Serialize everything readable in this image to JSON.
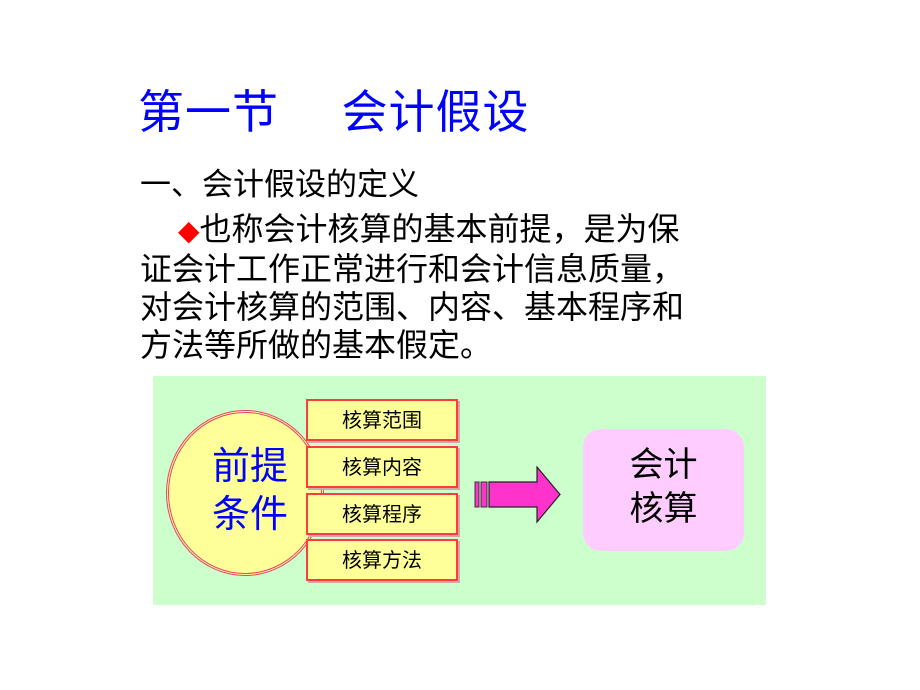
{
  "slide": {
    "title": "第一节    会计假设",
    "subheading": "一、会计假设的定义",
    "bullet_icon": "red-diamond",
    "paragraph": "也称会计核算的基本前提，是为保证会计工作正常进行和会计信息质量，对会计核算的范围、内容、基本程序和方法等所做的基本假定。",
    "paragraph_lines": [
      "也称会计核算的基本前提，是为保",
      "证会计工作正常进行和会计信息质量，",
      "对会计核算的范围、内容、基本程序和",
      "方法等所做的基本假定。"
    ],
    "colors": {
      "title": "#0000ff",
      "diamond": "#ff0000",
      "panel_bg": "#ccffcc",
      "circle_fill": "#ffff99",
      "circle_border": "#e8406a",
      "item_fill": "#ffff99",
      "item_border": "#ff3b3b",
      "arrow_fill": "#ff33cc",
      "result_fill": "#ffccff"
    }
  },
  "diagram": {
    "circle_lines": [
      "前提",
      "条件"
    ],
    "items": [
      "核算范围",
      "核算内容",
      "核算程序",
      "核算方法"
    ],
    "arrow_icon": "striped-right-arrow",
    "result_lines": [
      "会计",
      "核算"
    ]
  }
}
